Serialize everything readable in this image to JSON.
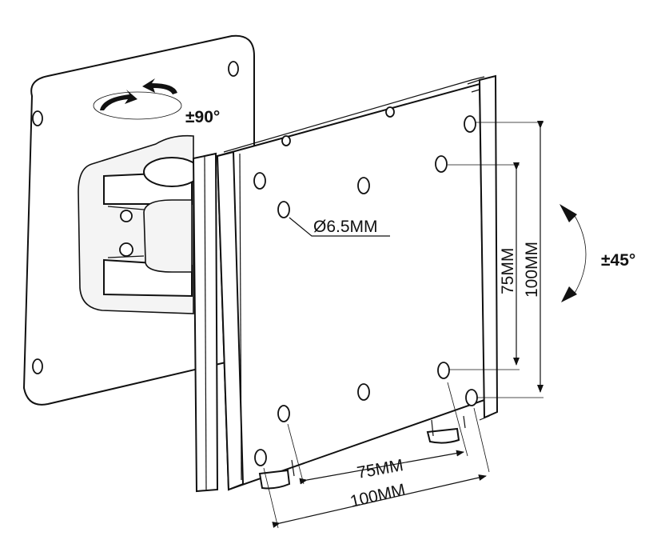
{
  "labels": {
    "swivel_rotation": "±90°",
    "tilt_rotation": "±45°",
    "hole_diameter": "Ø6.5MM",
    "vertical_spacing_inner": "75MM",
    "vertical_spacing_outer": "100MM",
    "horizontal_spacing_inner": "75MM",
    "horizontal_spacing_outer": "100MM"
  },
  "colors": {
    "line": "#111111",
    "background": "#ffffff",
    "fill_light": "#f4f4f4"
  }
}
